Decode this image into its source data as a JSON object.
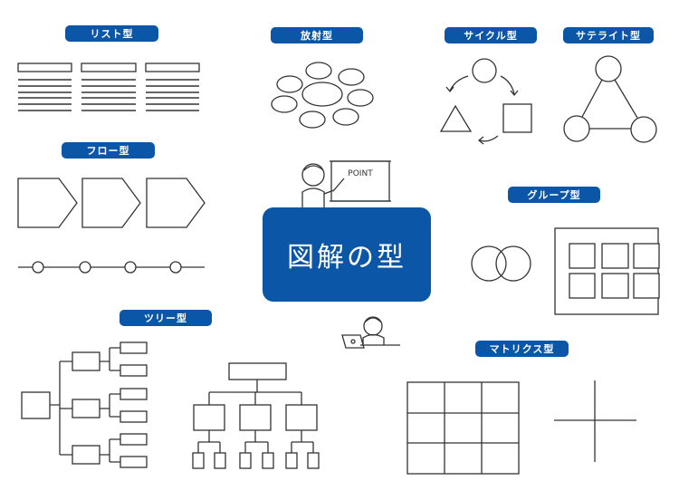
{
  "title": "図解の型",
  "point_board": "POINT",
  "labels": {
    "list": "リスト型",
    "radial": "放射型",
    "cycle": "サイクル型",
    "satellite": "サテライト型",
    "flow": "フロー型",
    "group": "グループ型",
    "tree": "ツリー型",
    "matrix": "マトリクス型"
  },
  "colors": {
    "accent": "#0b56a6",
    "stroke": "#333333"
  }
}
